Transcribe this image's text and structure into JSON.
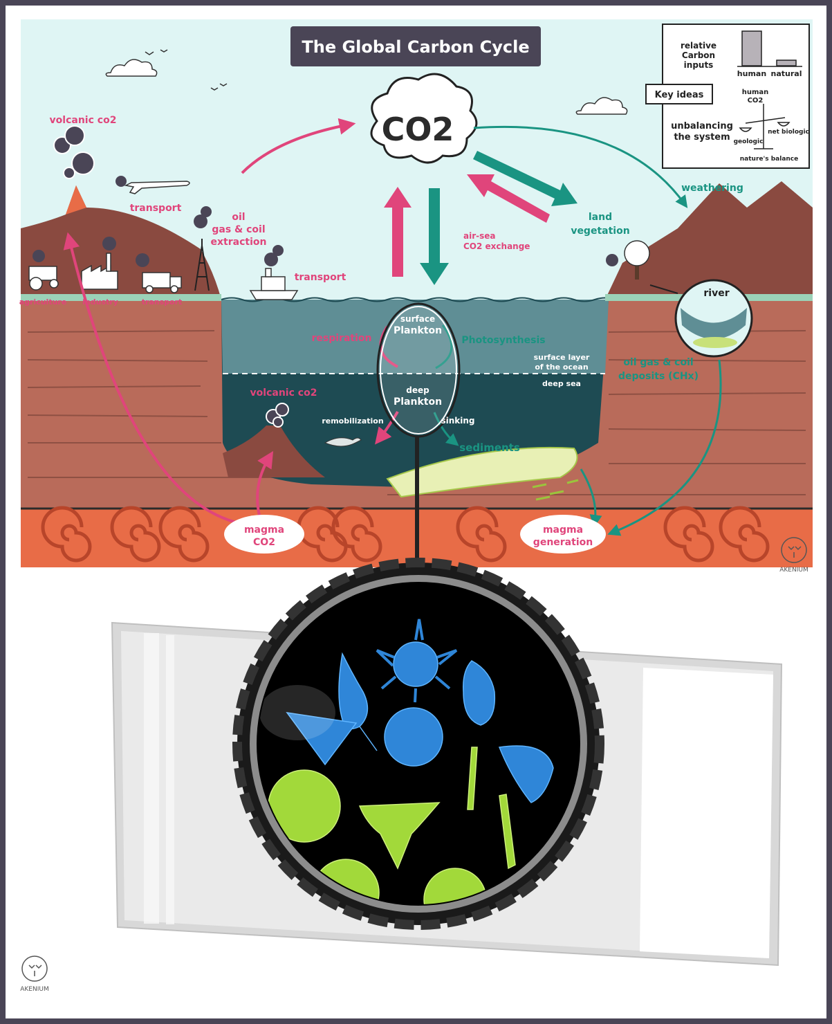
{
  "title": "The Global Carbon Cycle",
  "co2": "CO2",
  "legend": {
    "relative_inputs": [
      "relative",
      "Carbon",
      "inputs"
    ],
    "human": "human",
    "natural": "natural",
    "key_ideas": "Key ideas",
    "human_co2": [
      "human",
      "CO2"
    ],
    "unbalancing": [
      "unbalancing",
      "the system"
    ],
    "geologic": "geologic",
    "net_biologic": "net biologic",
    "natures_balance": "nature's balance"
  },
  "labels": {
    "volcanic_top": "volcanic co2",
    "transport_plane": "transport",
    "oil_extraction": [
      "oil",
      "gas & coil",
      "extraction"
    ],
    "transport_ship": "transport",
    "agriculture": "agriculture",
    "industry": "industry",
    "transport_truck": "transport",
    "air_sea": [
      "air-sea",
      "CO2 exchange"
    ],
    "land_vegetation": [
      "land",
      "vegetation"
    ],
    "weathering": "weathering",
    "river": "river",
    "surface_plankton": [
      "surface",
      "Plankton"
    ],
    "respiration": "respiration",
    "photosynthesis": "Photosynthesis",
    "surface_layer": [
      "surface layer",
      "of the ocean"
    ],
    "deep_sea": "deep sea",
    "deep_plankton": [
      "deep",
      "Plankton"
    ],
    "volcanic_sea": "volcanic co2",
    "remobilization": "remobilization",
    "sinking": "sinking",
    "sediments": "sediments",
    "oil_deposits": [
      "oil gas & coil",
      "deposits (CHx)"
    ],
    "magma_co2": [
      "magma",
      "CO2"
    ],
    "magma_generation": [
      "magma",
      "generation"
    ]
  },
  "signature": "AKENIUM",
  "colors": {
    "pink": "#e0457b",
    "teal": "#1a9482",
    "sky": "#dff5f4",
    "earth": "#b96b5a",
    "mantle": "#e86c47",
    "ocean_surface": "#5f8e95",
    "ocean_deep": "#1e4b53",
    "dark": "#4a4556"
  },
  "icons": [
    "volcano-icon",
    "cloud-icon",
    "airplane-icon",
    "oil-rig-icon",
    "ship-icon",
    "tractor-icon",
    "factory-icon",
    "truck-icon",
    "tree-icon",
    "whale-icon",
    "magnifier-icon",
    "microscope-slide-icon",
    "plankton-icon",
    "scale-icon"
  ]
}
